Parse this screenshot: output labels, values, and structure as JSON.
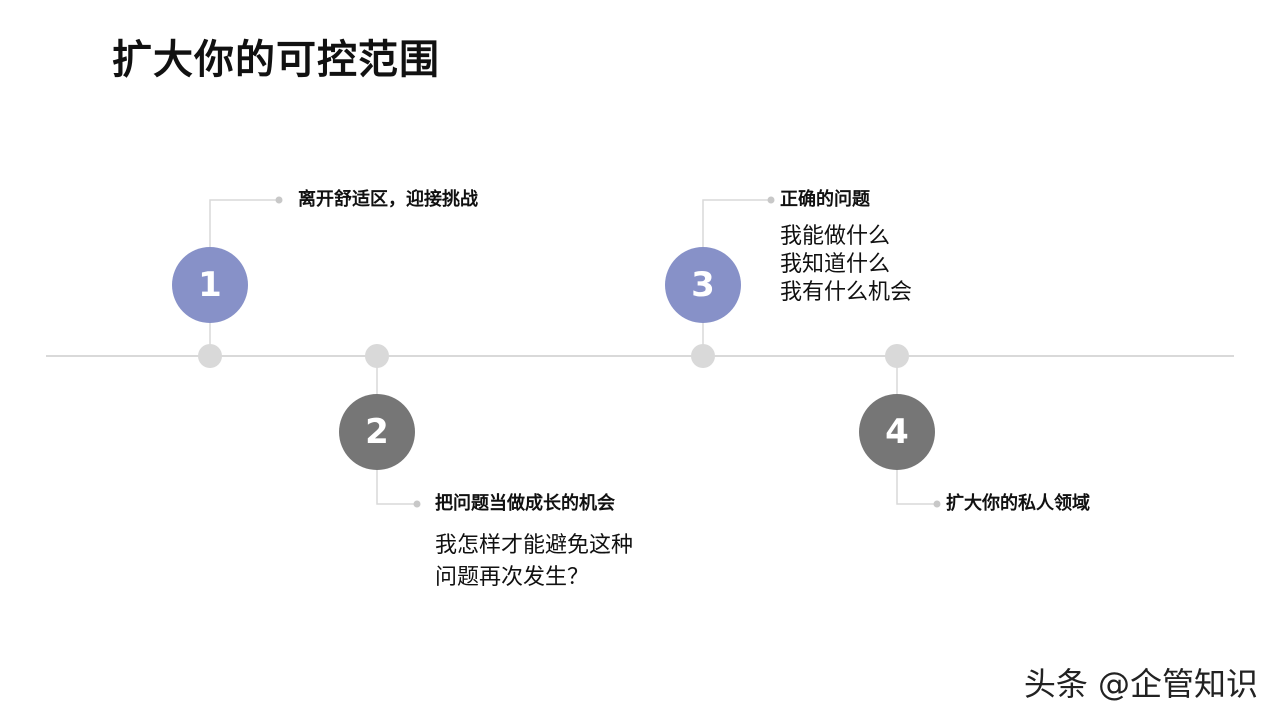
{
  "title": "扩大你的可控范围",
  "steps": [
    {
      "number": "1",
      "heading": "离开舒适区，迎接挑战",
      "lines": [],
      "color": "#8791c8"
    },
    {
      "number": "2",
      "heading": "把问题当做成长的机会",
      "lines": [
        "我怎样才能避免这种",
        "问题再次发生？"
      ],
      "color": "#767676"
    },
    {
      "number": "3",
      "heading": "正确的问题",
      "lines": [
        "我能做什么",
        "我知道什么",
        "我有什么机会"
      ],
      "color": "#8791c8"
    },
    {
      "number": "4",
      "heading": "扩大你的私人领域",
      "lines": [],
      "color": "#767676"
    }
  ],
  "watermark": "头条 @企管知识",
  "colors": {
    "accent_purple": "#8791c8",
    "accent_gray": "#767676",
    "timeline": "#d9d9d9"
  }
}
